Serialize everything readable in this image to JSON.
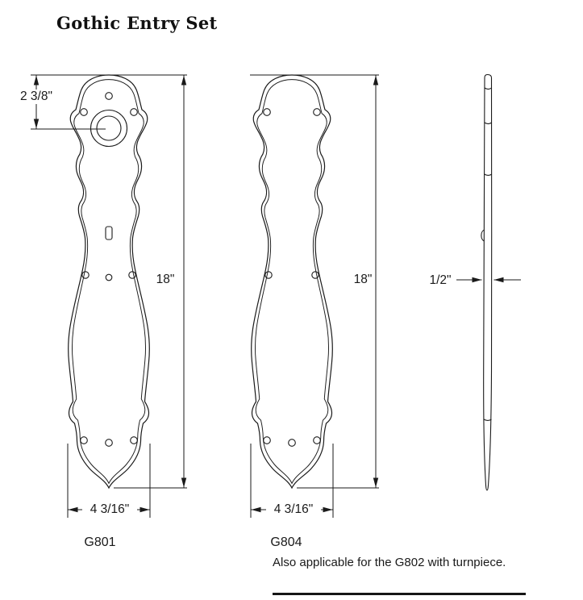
{
  "page": {
    "title": "Gothic Entry Set",
    "note": "Also applicable for the G802 with turnpiece."
  },
  "plates": {
    "g801": {
      "label": "G801",
      "dim_offset": "2 3/8\"",
      "dim_height": "18\"",
      "dim_width": "4 3/16\""
    },
    "g804": {
      "label": "G804",
      "dim_height": "18\"",
      "dim_width": "4 3/16\""
    }
  },
  "profile": {
    "dim_thickness": "1/2\""
  },
  "colors": {
    "line": "#1a1a1a",
    "background": "#ffffff"
  }
}
